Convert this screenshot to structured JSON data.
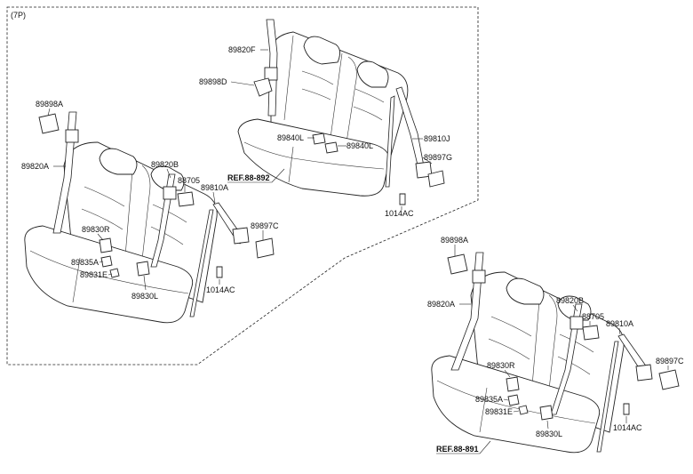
{
  "variant_label": "(7P)",
  "top_assembly": {
    "ref": "REF.88-892",
    "labels": {
      "p89820F": "89820F",
      "p89898D": "89898D",
      "p89840L_a": "89840L",
      "p89840L_b": "89840L",
      "p89810J": "89810J",
      "p89897G": "89897G",
      "p1014AC": "1014AC"
    }
  },
  "left_assembly": {
    "labels": {
      "p89898A": "89898A",
      "p89820A": "89820A",
      "p89820B": "89820B",
      "p88705": "88705",
      "p89810A": "89810A",
      "p89830R": "89830R",
      "p89897C": "89897C",
      "p89835A": "89835A",
      "p89831E": "89831E",
      "p1014AC": "1014AC",
      "p89830L": "89830L"
    }
  },
  "right_assembly": {
    "ref": "REF.88-891",
    "labels": {
      "p89898A": "89898A",
      "p89820A": "89820A",
      "p89820B": "89820B",
      "p88705": "88705",
      "p89810A": "89810A",
      "p89897C": "89897C",
      "p89830R": "89830R",
      "p89835A": "89835A",
      "p89831E": "89831E",
      "p1014AC": "1014AC",
      "p89830L": "89830L"
    }
  }
}
